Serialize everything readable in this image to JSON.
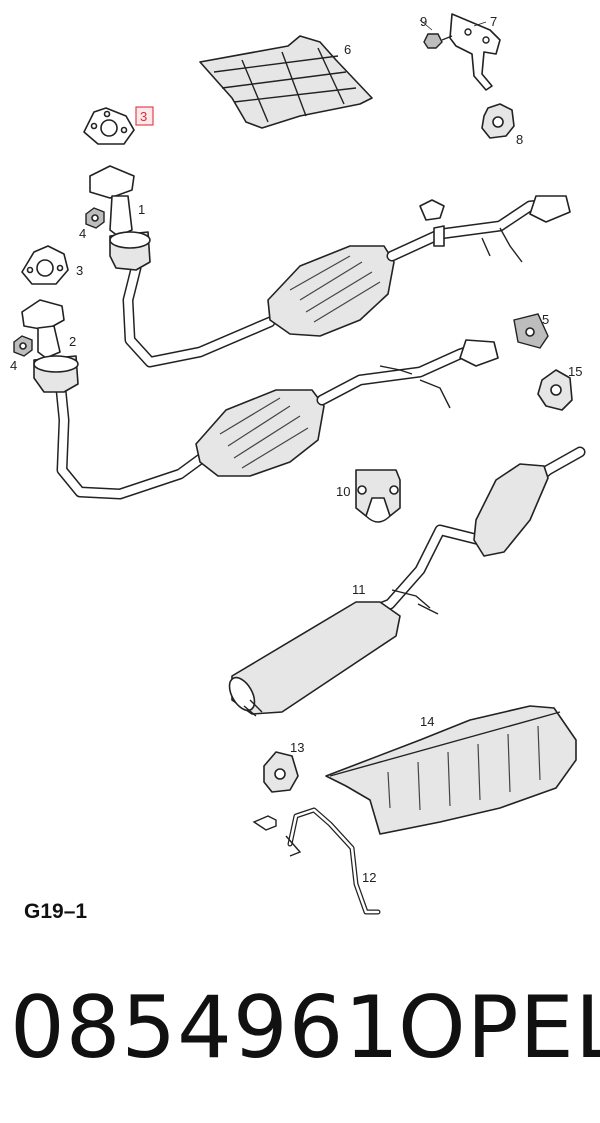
{
  "diagram": {
    "code": "G19–1",
    "highlighted_callout": "3",
    "callouts": {
      "c1": "1",
      "c2": "2",
      "c3a": "3",
      "c3b": "3",
      "c4a": "4",
      "c4b": "4",
      "c5": "5",
      "c6": "6",
      "c7": "7",
      "c8": "8",
      "c9": "9",
      "c10": "10",
      "c11": "11",
      "c12": "12",
      "c13": "13",
      "c14": "14",
      "c15": "15"
    }
  },
  "footer": {
    "part_number": "0854961",
    "brand": "OPEL"
  }
}
